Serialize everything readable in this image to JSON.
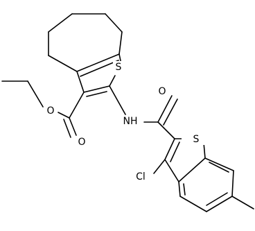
{
  "structure": {
    "atom_labels": {
      "s_thiophene": "S",
      "s_benzothiophene": "S",
      "o_ester_carbonyl": "O",
      "o_ester_ether": "O",
      "o_amide": "O",
      "nh": "NH",
      "cl": "Cl"
    }
  }
}
